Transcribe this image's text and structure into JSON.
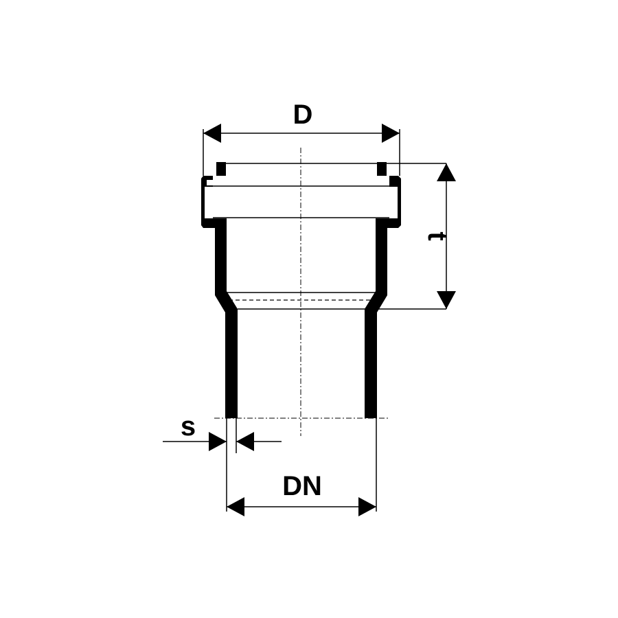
{
  "diagram": {
    "labels": {
      "outer_diameter": "D",
      "socket_depth": "t",
      "wall_thickness": "s",
      "nominal_diameter": "DN"
    }
  }
}
